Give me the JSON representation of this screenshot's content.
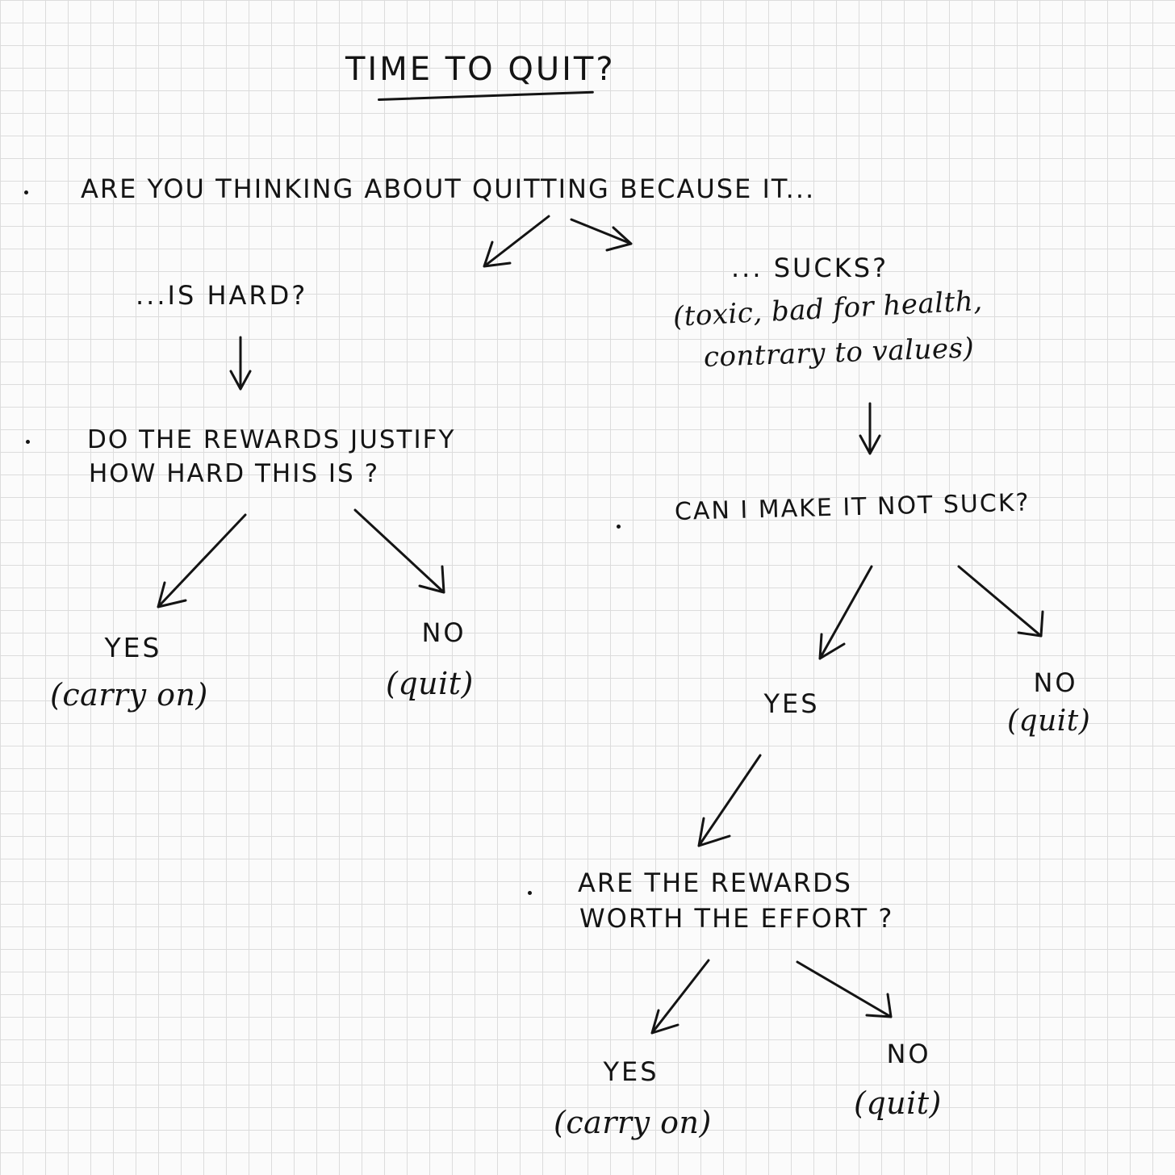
{
  "title": "TIME TO QUIT?",
  "root": {
    "question": "ARE YOU THINKING ABOUT QUITTING BECAUSE IT..."
  },
  "left_branch": {
    "condition": "...IS HARD?",
    "question_line1": "DO THE REWARDS JUSTIFY",
    "question_line2": "HOW HARD THIS IS ?",
    "yes_label": "YES",
    "yes_note": "(carry on)",
    "no_label": "NO",
    "no_note": "(quit)"
  },
  "right_branch": {
    "condition": "... SUCKS?",
    "detail_line1": "(toxic, bad for health,",
    "detail_line2": "contrary to values)",
    "question": "CAN I MAKE IT NOT SUCK?",
    "yes_label": "YES",
    "no_label": "NO",
    "no_note": "(quit)",
    "followup_line1": "ARE THE REWARDS",
    "followup_line2": "WORTH THE EFFORT ?",
    "followup_yes_label": "YES",
    "followup_yes_note": "(carry on)",
    "followup_no_label": "NO",
    "followup_no_note": "(quit)"
  }
}
